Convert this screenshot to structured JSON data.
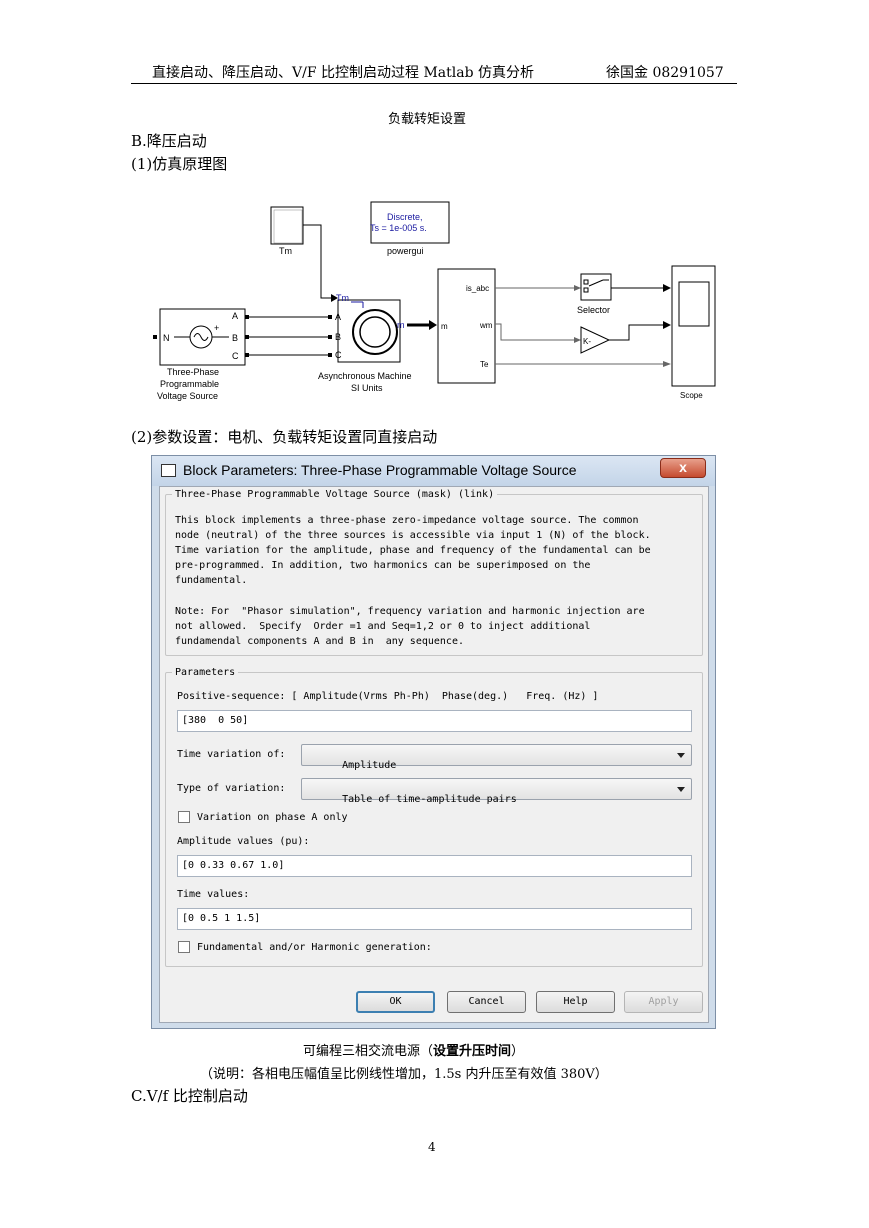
{
  "header": {
    "title": "直接启动、降压启动、V/F 比控制启动过程 Matlab 仿真分析",
    "author": "徐国金 08291057"
  },
  "caption_load_torque": "负载转矩设置",
  "section_b": "B.降压启动",
  "sub_1": "(1)仿真原理图",
  "diagram": {
    "tm_block": "Tm",
    "powergui_line1": "Discrete,",
    "powergui_line2": "Ts = 1e-005 s.",
    "powergui_label": "powergui",
    "source_port_n": "N",
    "source_port_a": "A",
    "source_port_b": "B",
    "source_port_c": "C",
    "source_label_1": "Three-Phase",
    "source_label_2": "Programmable",
    "source_label_3": "Voltage Source",
    "machine_tm": "Tm",
    "machine_a": "A",
    "machine_b": "B",
    "machine_c": "C",
    "machine_m": "m",
    "machine_label_1": "Asynchronous Machine",
    "machine_label_2": "SI Units",
    "demux_in": "m",
    "demux_is": "is_abc",
    "demux_wm": "wm",
    "demux_te": "Te",
    "selector_label": "Selector",
    "gain_label": "K-",
    "scope_label": "Scope"
  },
  "sub_2": "(2)参数设置：电机、负载转矩设置同直接启动",
  "dialog": {
    "title": "Block Parameters: Three-Phase Programmable Voltage Source",
    "close_label": "x",
    "mask_legend": "Three-Phase Programmable Voltage Source (mask) (link)",
    "desc_lines": [
      "This block implements a three-phase zero-impedance voltage source. The common",
      "node (neutral) of the three sources is accessible via input 1 (N) of the block.",
      "Time variation for the amplitude, phase and frequency of the fundamental can be",
      "pre-programmed. In addition, two harmonics can be superimposed on the",
      "fundamental."
    ],
    "note_lines": [
      "Note: For  \"Phasor simulation\", frequency variation and harmonic injection are",
      "not allowed.  Specify  Order =1 and Seq=1,2 or 0 to inject additional",
      "fundamendal components A and B in  any sequence."
    ],
    "params_legend": "Parameters",
    "positive_seq_label": "Positive-sequence: [ Amplitude(Vrms Ph-Ph)  Phase(deg.)   Freq. (Hz) ]",
    "positive_seq_value": "[380  0 50]",
    "time_var_label": "Time variation of:",
    "time_var_value": "Amplitude",
    "type_var_label": "Type of variation:",
    "type_var_value": "Table of time-amplitude pairs",
    "phase_a_only_label": "Variation on phase A only",
    "amp_values_label": "Amplitude values (pu):",
    "amp_values_value": "[0 0.33 0.67 1.0]",
    "time_values_label": "Time values:",
    "time_values_value": "[0 0.5 1 1.5]",
    "harmonic_label": "Fundamental and/or Harmonic generation:",
    "ok_label": "OK",
    "cancel_label": "Cancel",
    "help_label": "Help",
    "apply_label": "Apply"
  },
  "caption_source_plain": "可编程三相交流电源（",
  "caption_source_bold": "设置升压时间",
  "caption_source_end": "）",
  "note": "（说明：各相电压幅值呈比例线性增加，1.5s 内升压至有效值 380V）",
  "section_c": "C.V/f 比控制启动",
  "page_number": "4"
}
